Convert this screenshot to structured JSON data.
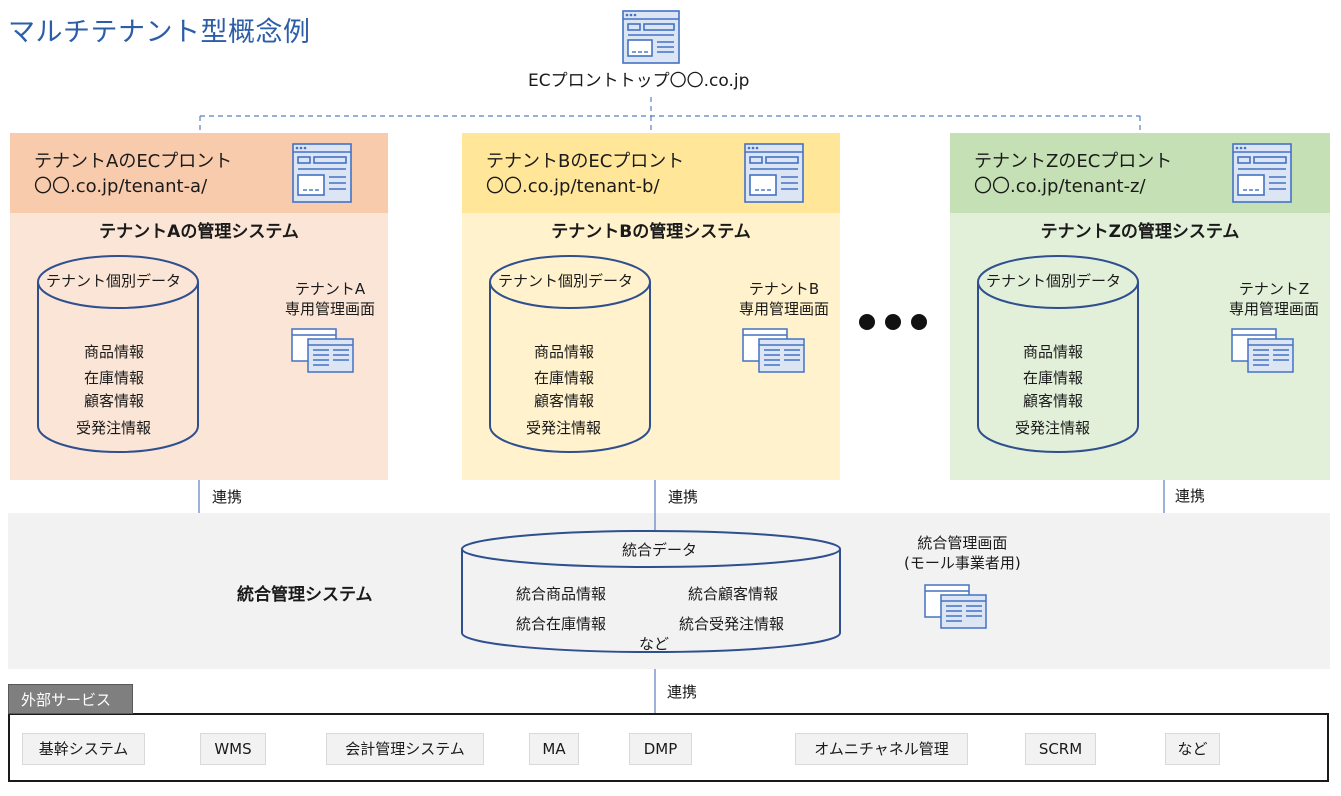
{
  "title": "マルチテナント型概念例",
  "top": {
    "label": "ECプロントトップ〇〇.co.jp"
  },
  "tenants": [
    {
      "front_title": "テナントAのECプロント",
      "front_url": "〇〇.co.jp/tenant-a/",
      "system_title": "テナントAの管理システム",
      "db_title": "テナント個別データ",
      "db_items": [
        "商品情報",
        "在庫情報",
        "顧客情報",
        "受発注情報"
      ],
      "screen_label_1": "テナントA",
      "screen_label_2": "専用管理画面",
      "link_label": "連携"
    },
    {
      "front_title": "テナントBのECプロント",
      "front_url": "〇〇.co.jp/tenant-b/",
      "system_title": "テナントBの管理システム",
      "db_title": "テナント個別データ",
      "db_items": [
        "商品情報",
        "在庫情報",
        "顧客情報",
        "受発注情報"
      ],
      "screen_label_1": "テナントB",
      "screen_label_2": "専用管理画面",
      "link_label": "連携"
    },
    {
      "front_title": "テナントZのECプロント",
      "front_url": "〇〇.co.jp/tenant-z/",
      "system_title": "テナントZの管理システム",
      "db_title": "テナント個別データ",
      "db_items": [
        "商品情報",
        "在庫情報",
        "顧客情報",
        "受発注情報"
      ],
      "screen_label_1": "テナントZ",
      "screen_label_2": "専用管理画面",
      "link_label": "連携"
    }
  ],
  "integration": {
    "system_title": "統合管理システム",
    "db_title": "統合データ",
    "db_items": [
      "統合商品情報",
      "統合顧客情報",
      "統合在庫情報",
      "統合受発注情報",
      "など"
    ],
    "screen_label_1": "統合管理画面",
    "screen_label_2": "(モール事業者用)",
    "link_label": "連携"
  },
  "external": {
    "tab_label": "外部サービス",
    "services": [
      "基幹システム",
      "WMS",
      "会計管理システム",
      "MA",
      "DMP",
      "オムニチャネル管理",
      "SCRM",
      "など"
    ]
  },
  "colors": {
    "title_blue": "#2c5ea8",
    "icon_blue": "#4472c4",
    "tenant_a_head": "#f8cbad",
    "tenant_a_body": "#fbe5d6",
    "tenant_b_head": "#ffe699",
    "tenant_b_body": "#fff2cc",
    "tenant_z_head": "#c5e0b4",
    "tenant_z_body": "#e2f0d9",
    "integration_bg": "#f2f2f2",
    "external_tab": "#7f7f7f"
  },
  "icons": [
    "browser-window-icon",
    "stacked-windows-icon"
  ]
}
